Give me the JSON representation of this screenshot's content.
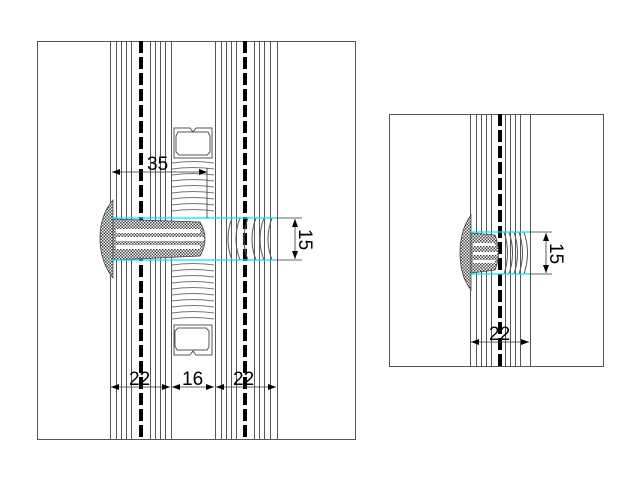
{
  "colors": {
    "line": "#000000",
    "joint": "#00e5ff",
    "hatch": "#555555"
  },
  "left_view": {
    "dims": {
      "spacing_35": "35",
      "height_15": "15",
      "band_left_22": "22",
      "gap_16": "16",
      "band_right_22": "22"
    }
  },
  "right_view": {
    "dims": {
      "height_15": "15",
      "band_22": "22"
    }
  }
}
